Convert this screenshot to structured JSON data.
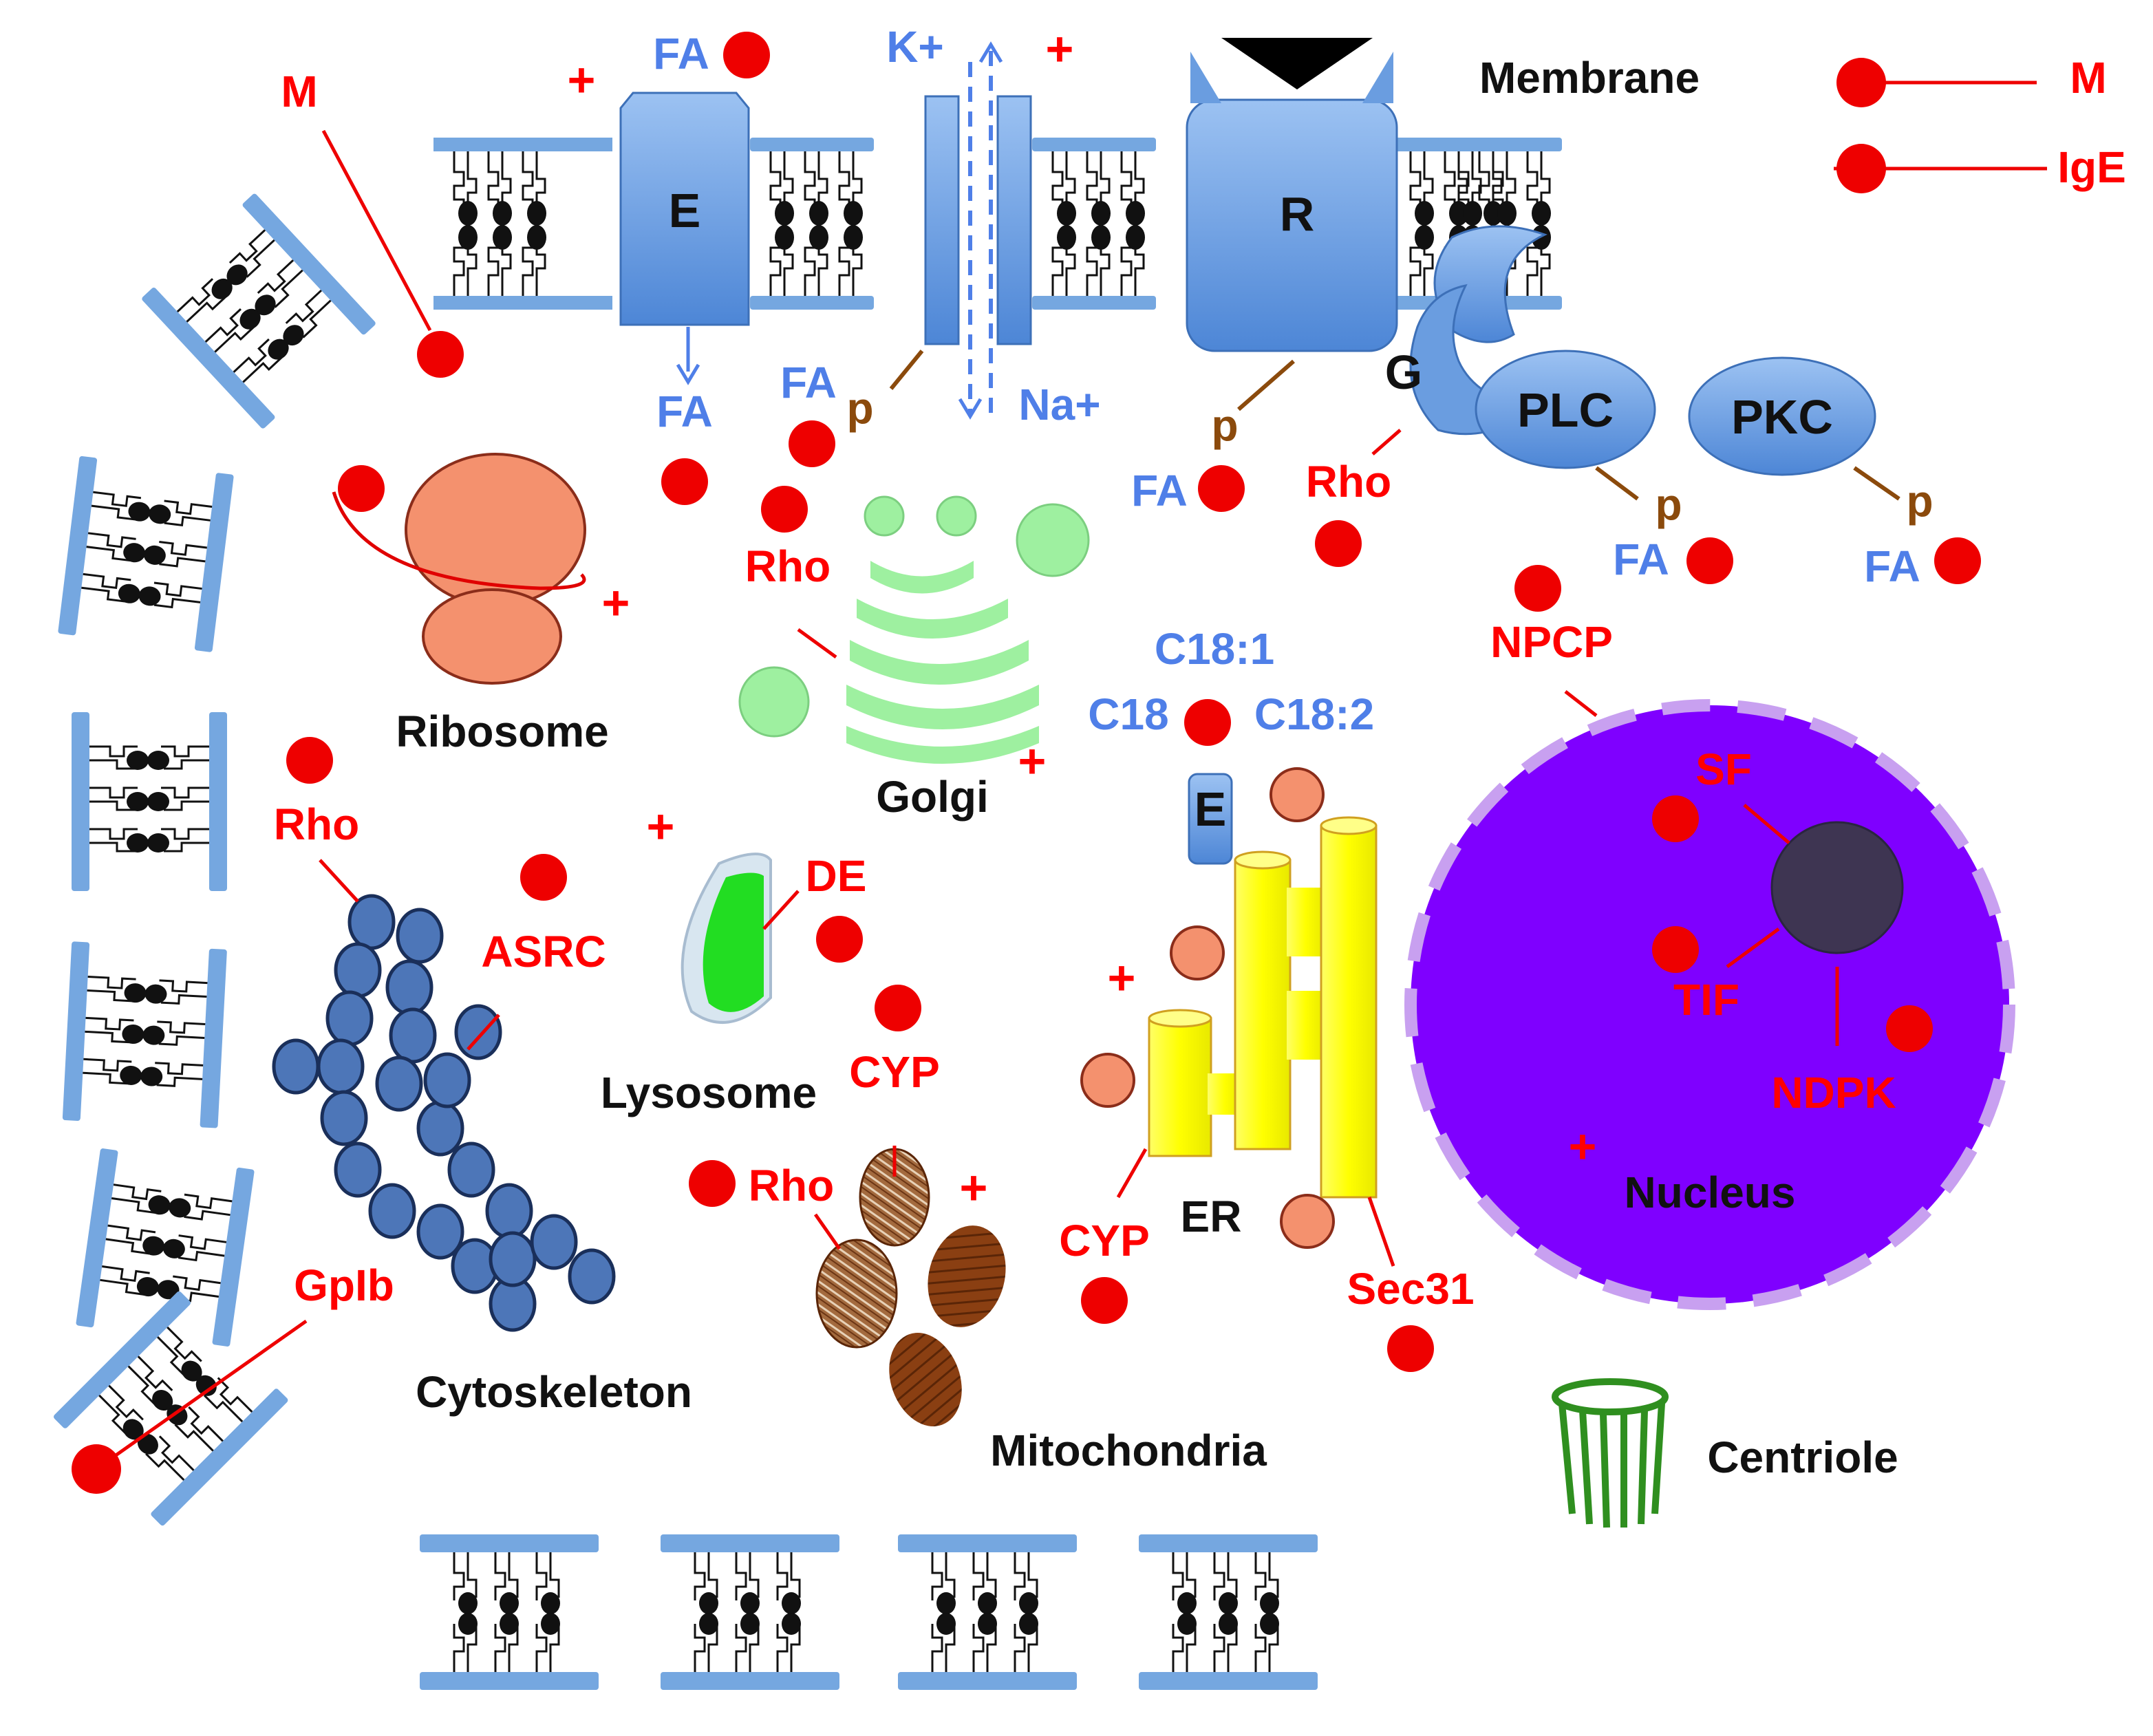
{
  "labels": {
    "membrane": "Membrane",
    "ribosome": "Ribosome",
    "golgi": "Golgi",
    "cytoskeleton": "Cytoskeleton",
    "lysosome": "Lysosome",
    "mitochondria": "Mitochondria",
    "er": "ER",
    "nucleus": "Nucleus",
    "centriole": "Centriole"
  },
  "proteins": {
    "enzyme_membrane": "E",
    "receptor": "R",
    "g_protein": "G",
    "plc": "PLC",
    "pkc": "PKC",
    "enzyme_er": "E"
  },
  "ions": {
    "k": "K+",
    "na": "Na+"
  },
  "fatty_acids": {
    "fa": "FA",
    "c18": "C18",
    "c18_1": "C18:1",
    "c18_2": "C18:2",
    "phospho": "p"
  },
  "legend": {
    "m": "M",
    "ige": "IgE"
  },
  "markers": {
    "m": "M",
    "rho": "Rho",
    "npcp": "NPCP",
    "sf": "SF",
    "tif": "TIF",
    "ndpk": "NDPK",
    "asrc": "ASRC",
    "de": "DE",
    "cyp": "CYP",
    "sec31": "Sec31",
    "gpib": "GpIb",
    "plus": "+"
  },
  "colors": {
    "marker": "#ff0000",
    "protein_blue": "#6a9de0",
    "text_blue": "#4f7fe8",
    "phospho_brown": "#8b4a0c",
    "nucleus": "#7f00ff",
    "ribosome": "#f4916e",
    "golgi": "#9ef0a0",
    "er": "#ffff33",
    "cytoskeleton": "#4d76b8",
    "centriole": "#2f8f1f"
  }
}
